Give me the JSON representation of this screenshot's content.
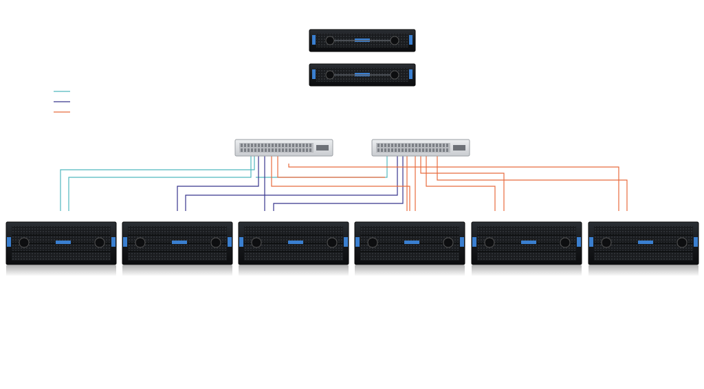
{
  "colors": {
    "background": "#ffffff",
    "link_teal": "#4fb7bd",
    "link_navy": "#36348c",
    "link_orange": "#e86a3c",
    "chassis_dark": "#15171a",
    "chassis_mid": "#2a2d31",
    "vent_hole": "#3b3f45",
    "badge_blue": "#3a7fd0",
    "switch_body": "#d8dadd",
    "switch_port": "#8d9196"
  },
  "legend": {
    "entries": [
      {
        "color_key": "link_teal",
        "label": ""
      },
      {
        "color_key": "link_navy",
        "label": ""
      },
      {
        "color_key": "link_orange",
        "label": ""
      }
    ]
  },
  "devices": {
    "controllers": [
      {
        "kind": "1u-server",
        "icon": "server-1u-icon"
      },
      {
        "kind": "1u-server",
        "icon": "server-1u-icon"
      }
    ],
    "switches": [
      {
        "kind": "48-port-switch",
        "icon": "network-switch-icon"
      },
      {
        "kind": "48-port-switch",
        "icon": "network-switch-icon"
      }
    ],
    "storage_nodes": [
      {
        "kind": "4u-storage-chassis",
        "icon": "storage-chassis-icon"
      },
      {
        "kind": "4u-storage-chassis",
        "icon": "storage-chassis-icon"
      },
      {
        "kind": "4u-storage-chassis",
        "icon": "storage-chassis-icon"
      },
      {
        "kind": "4u-storage-chassis",
        "icon": "storage-chassis-icon"
      },
      {
        "kind": "4u-storage-chassis",
        "icon": "storage-chassis-icon"
      },
      {
        "kind": "4u-storage-chassis",
        "icon": "storage-chassis-icon"
      }
    ]
  },
  "links": [
    {
      "from": "switch-1",
      "to": "storage-node-1",
      "network": "link_teal"
    },
    {
      "from": "switch-1",
      "to": "storage-node-1",
      "network": "link_teal"
    },
    {
      "from": "switch-1",
      "to": "storage-node-2",
      "network": "link_navy"
    },
    {
      "from": "switch-1",
      "to": "storage-node-3",
      "network": "link_navy"
    },
    {
      "from": "switch-1",
      "to": "storage-node-4",
      "network": "link_orange"
    },
    {
      "from": "switch-1",
      "to": "storage-node-5",
      "network": "link_orange"
    },
    {
      "from": "switch-1",
      "to": "storage-node-6",
      "network": "link_orange"
    },
    {
      "from": "switch-2",
      "to": "storage-node-1",
      "network": "link_teal"
    },
    {
      "from": "switch-2",
      "to": "storage-node-2",
      "network": "link_navy"
    },
    {
      "from": "switch-2",
      "to": "storage-node-3",
      "network": "link_navy"
    },
    {
      "from": "switch-2",
      "to": "storage-node-4",
      "network": "link_orange"
    },
    {
      "from": "switch-2",
      "to": "storage-node-5",
      "network": "link_orange"
    },
    {
      "from": "switch-2",
      "to": "storage-node-6",
      "network": "link_orange"
    }
  ]
}
